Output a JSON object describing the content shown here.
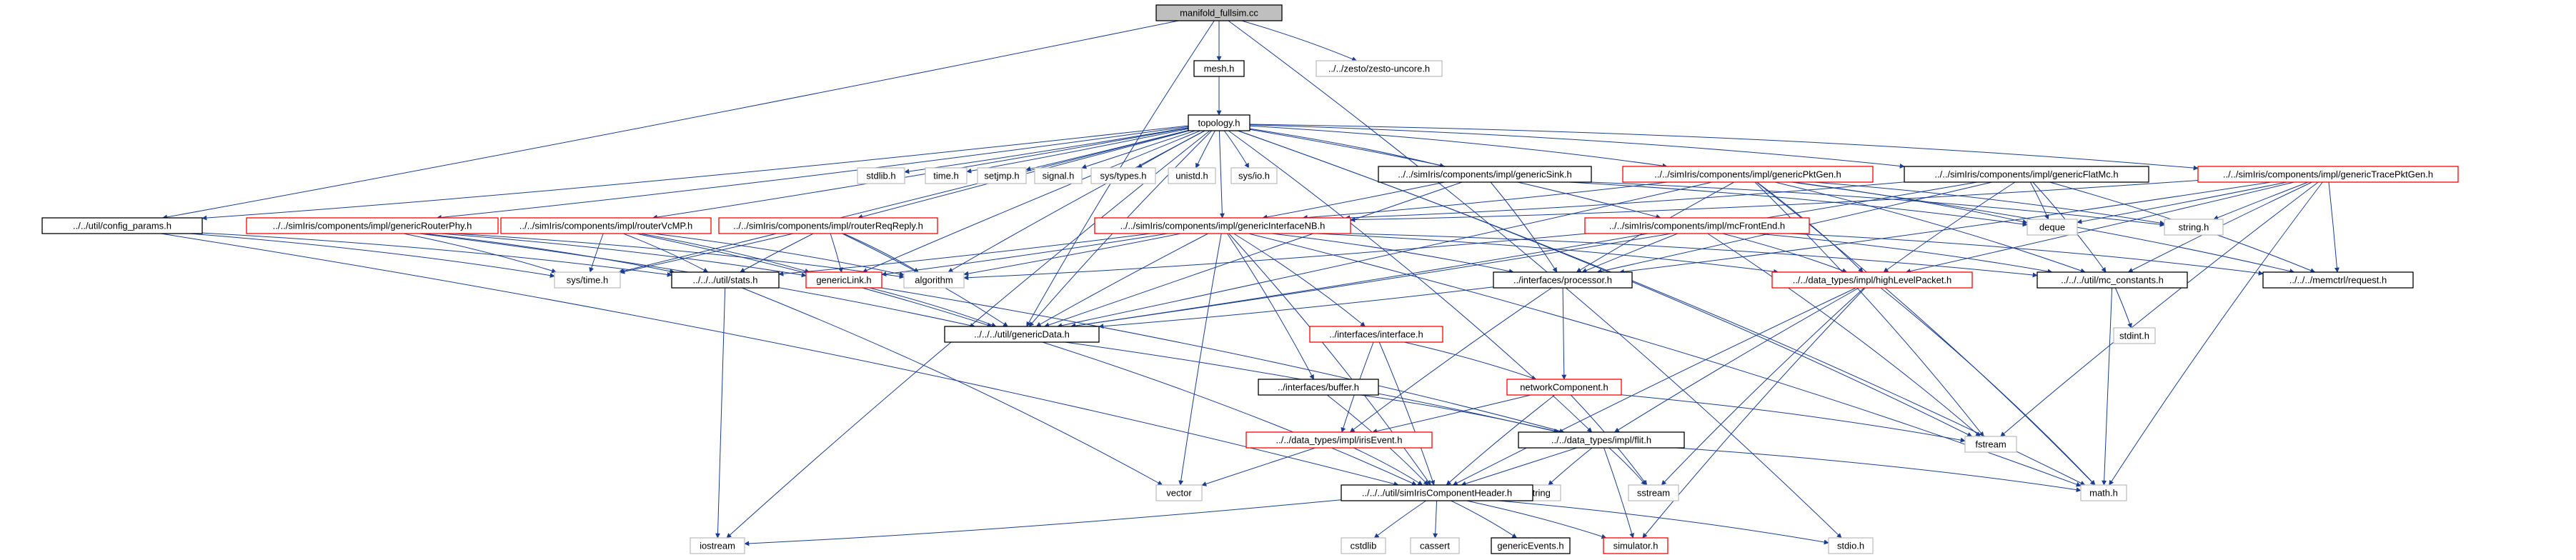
{
  "colors": {
    "edge": "#1a3d8f",
    "root_fill": "#bfbfbf",
    "solid_border": "#000000",
    "red_border": "#ff0000",
    "gray_border": "#bfbfbf"
  },
  "nodes": [
    {
      "id": "root",
      "label": "manifold_fullsim.cc",
      "style": "root"
    },
    {
      "id": "mesh",
      "label": "mesh.h",
      "style": "solid"
    },
    {
      "id": "zesto",
      "label": "../../zesto/zesto-uncore.h",
      "style": "gray"
    },
    {
      "id": "topology",
      "label": "topology.h",
      "style": "solid"
    },
    {
      "id": "config",
      "label": "../../util/config_params.h",
      "style": "solid"
    },
    {
      "id": "stdlib",
      "label": "stdlib.h",
      "style": "gray"
    },
    {
      "id": "time",
      "label": "time.h",
      "style": "gray"
    },
    {
      "id": "setjmp",
      "label": "setjmp.h",
      "style": "gray"
    },
    {
      "id": "signal",
      "label": "signal.h",
      "style": "gray"
    },
    {
      "id": "systypes",
      "label": "sys/types.h",
      "style": "gray"
    },
    {
      "id": "unistd",
      "label": "unistd.h",
      "style": "gray"
    },
    {
      "id": "sysio",
      "label": "sys/io.h",
      "style": "gray"
    },
    {
      "id": "gsink",
      "label": "../../simIris/components/impl/genericSink.h",
      "style": "solid"
    },
    {
      "id": "gpktgen",
      "label": "../../simIris/components/impl/genericPktGen.h",
      "style": "red"
    },
    {
      "id": "gflatmc",
      "label": "../../simIris/components/impl/genericFlatMc.h",
      "style": "solid"
    },
    {
      "id": "gtracepkt",
      "label": "../../simIris/components/impl/genericTracePktGen.h",
      "style": "red"
    },
    {
      "id": "routerphy",
      "label": "../../simIris/components/impl/genericRouterPhy.h",
      "style": "red"
    },
    {
      "id": "routervcmp",
      "label": "../../simIris/components/impl/routerVcMP.h",
      "style": "red"
    },
    {
      "id": "routerreq",
      "label": "../../simIris/components/impl/routerReqReply.h",
      "style": "red"
    },
    {
      "id": "gifnb",
      "label": "../../simIris/components/impl/genericInterfaceNB.h",
      "style": "red"
    },
    {
      "id": "mcfront",
      "label": "../../simIris/components/impl/mcFrontEnd.h",
      "style": "red"
    },
    {
      "id": "deque",
      "label": "deque",
      "style": "gray"
    },
    {
      "id": "string",
      "label": "string.h",
      "style": "gray"
    },
    {
      "id": "systime",
      "label": "sys/time.h",
      "style": "gray"
    },
    {
      "id": "stats",
      "label": "../../../util/stats.h",
      "style": "solid"
    },
    {
      "id": "genlink",
      "label": "genericLink.h",
      "style": "red"
    },
    {
      "id": "algorithm",
      "label": "algorithm",
      "style": "gray"
    },
    {
      "id": "processor",
      "label": "../interfaces/processor.h",
      "style": "solid"
    },
    {
      "id": "hlp",
      "label": "../../data_types/impl/highLevelPacket.h",
      "style": "red"
    },
    {
      "id": "mcconst",
      "label": "../../../util/mc_constants.h",
      "style": "solid"
    },
    {
      "id": "memreq",
      "label": "../../../memctrl/request.h",
      "style": "solid"
    },
    {
      "id": "gdata",
      "label": "../../../util/genericData.h",
      "style": "solid"
    },
    {
      "id": "iface",
      "label": "../interfaces/interface.h",
      "style": "red"
    },
    {
      "id": "stdint",
      "label": "stdint.h",
      "style": "gray"
    },
    {
      "id": "ibuffer",
      "label": "../interfaces/buffer.h",
      "style": "solid"
    },
    {
      "id": "netcomp",
      "label": "networkComponent.h",
      "style": "red"
    },
    {
      "id": "irisevent",
      "label": "../../data_types/impl/irisEvent.h",
      "style": "red"
    },
    {
      "id": "flit",
      "label": "../../data_types/impl/flit.h",
      "style": "solid"
    },
    {
      "id": "fstream",
      "label": "fstream",
      "style": "gray"
    },
    {
      "id": "vector",
      "label": "vector",
      "style": "gray"
    },
    {
      "id": "stringh",
      "label": "string",
      "style": "gray"
    },
    {
      "id": "sstream",
      "label": "sstream",
      "style": "gray"
    },
    {
      "id": "math",
      "label": "math.h",
      "style": "gray"
    },
    {
      "id": "iriscomp",
      "label": "../../../util/simIrisComponentHeader.h",
      "style": "solid"
    },
    {
      "id": "iostream",
      "label": "iostream",
      "style": "gray"
    },
    {
      "id": "cstdlib",
      "label": "cstdlib",
      "style": "gray"
    },
    {
      "id": "cassert",
      "label": "cassert",
      "style": "gray"
    },
    {
      "id": "genevents",
      "label": "genericEvents.h",
      "style": "solid"
    },
    {
      "id": "simulator",
      "label": "simulator.h",
      "style": "red"
    },
    {
      "id": "stdio",
      "label": "stdio.h",
      "style": "gray"
    }
  ],
  "edges": [
    [
      "root",
      "mesh"
    ],
    [
      "root",
      "zesto"
    ],
    [
      "root",
      "config"
    ],
    [
      "root",
      "gdata"
    ],
    [
      "root",
      "stdio"
    ],
    [
      "mesh",
      "topology"
    ],
    [
      "topology",
      "stdlib"
    ],
    [
      "topology",
      "time"
    ],
    [
      "topology",
      "setjmp"
    ],
    [
      "topology",
      "signal"
    ],
    [
      "topology",
      "systypes"
    ],
    [
      "topology",
      "unistd"
    ],
    [
      "topology",
      "sysio"
    ],
    [
      "topology",
      "gsink"
    ],
    [
      "topology",
      "gpktgen"
    ],
    [
      "topology",
      "gflatmc"
    ],
    [
      "topology",
      "gtracepkt"
    ],
    [
      "topology",
      "routerphy"
    ],
    [
      "topology",
      "routervcmp"
    ],
    [
      "topology",
      "routerreq"
    ],
    [
      "topology",
      "gifnb"
    ],
    [
      "topology",
      "mcfront"
    ],
    [
      "topology",
      "config"
    ],
    [
      "topology",
      "systime"
    ],
    [
      "topology",
      "genlink"
    ],
    [
      "topology",
      "gdata"
    ],
    [
      "topology",
      "iostream"
    ],
    [
      "topology",
      "flit"
    ],
    [
      "topology",
      "fstream"
    ],
    [
      "topology",
      "math"
    ],
    [
      "topology",
      "algorithm"
    ],
    [
      "config",
      "systime"
    ],
    [
      "config",
      "stats"
    ],
    [
      "config",
      "iriscomp"
    ],
    [
      "gsink",
      "gifnb"
    ],
    [
      "gsink",
      "processor"
    ],
    [
      "gsink",
      "gdata"
    ],
    [
      "gsink",
      "deque"
    ],
    [
      "gsink",
      "string"
    ],
    [
      "gpktgen",
      "gifnb"
    ],
    [
      "gpktgen",
      "processor"
    ],
    [
      "gpktgen",
      "gdata"
    ],
    [
      "gpktgen",
      "deque"
    ],
    [
      "gpktgen",
      "string"
    ],
    [
      "gpktgen",
      "hlp"
    ],
    [
      "gpktgen",
      "mcconst"
    ],
    [
      "gpktgen",
      "fstream"
    ],
    [
      "gpktgen",
      "math"
    ],
    [
      "gpktgen",
      "memreq"
    ],
    [
      "gflatmc",
      "gifnb"
    ],
    [
      "gflatmc",
      "processor"
    ],
    [
      "gflatmc",
      "gdata"
    ],
    [
      "gflatmc",
      "deque"
    ],
    [
      "gflatmc",
      "mcconst"
    ],
    [
      "gflatmc",
      "hlp"
    ],
    [
      "gflatmc",
      "memreq"
    ],
    [
      "gtracepkt",
      "gifnb"
    ],
    [
      "gtracepkt",
      "processor"
    ],
    [
      "gtracepkt",
      "deque"
    ],
    [
      "gtracepkt",
      "string"
    ],
    [
      "gtracepkt",
      "hlp"
    ],
    [
      "gtracepkt",
      "mcconst"
    ],
    [
      "gtracepkt",
      "fstream"
    ],
    [
      "gtracepkt",
      "math"
    ],
    [
      "gtracepkt",
      "memreq"
    ],
    [
      "routerphy",
      "systime"
    ],
    [
      "routerphy",
      "stats"
    ],
    [
      "routerphy",
      "genlink"
    ],
    [
      "routerphy",
      "gdata"
    ],
    [
      "routerphy",
      "algorithm"
    ],
    [
      "routervcmp",
      "systime"
    ],
    [
      "routervcmp",
      "stats"
    ],
    [
      "routervcmp",
      "genlink"
    ],
    [
      "routervcmp",
      "gdata"
    ],
    [
      "routervcmp",
      "algorithm"
    ],
    [
      "routerreq",
      "systime"
    ],
    [
      "routerreq",
      "stats"
    ],
    [
      "routerreq",
      "genlink"
    ],
    [
      "routerreq",
      "gdata"
    ],
    [
      "routerreq",
      "algorithm"
    ],
    [
      "gifnb",
      "genlink"
    ],
    [
      "gifnb",
      "algorithm"
    ],
    [
      "gifnb",
      "processor"
    ],
    [
      "gifnb",
      "iface"
    ],
    [
      "gifnb",
      "ibuffer"
    ],
    [
      "gifnb",
      "gdata"
    ],
    [
      "gifnb",
      "vector"
    ],
    [
      "gifnb",
      "hlp"
    ],
    [
      "gifnb",
      "mcconst"
    ],
    [
      "gifnb",
      "math"
    ],
    [
      "gifnb",
      "iriscomp"
    ],
    [
      "gifnb",
      "stats"
    ],
    [
      "mcfront",
      "processor"
    ],
    [
      "mcfront",
      "hlp"
    ],
    [
      "mcfront",
      "mcconst"
    ],
    [
      "mcfront",
      "memreq"
    ],
    [
      "mcfront",
      "gdata"
    ],
    [
      "mcfront",
      "fstream"
    ],
    [
      "mcfront",
      "algorithm"
    ],
    [
      "stats",
      "iostream"
    ],
    [
      "stats",
      "vector"
    ],
    [
      "genlink",
      "gdata"
    ],
    [
      "genlink",
      "flit"
    ],
    [
      "processor",
      "netcomp"
    ],
    [
      "processor",
      "gdata"
    ],
    [
      "processor",
      "irisevent"
    ],
    [
      "hlp",
      "flit"
    ],
    [
      "hlp",
      "sstream"
    ],
    [
      "hlp",
      "math"
    ],
    [
      "hlp",
      "simulator"
    ],
    [
      "hlp",
      "iriscomp"
    ],
    [
      "mcconst",
      "stdint"
    ],
    [
      "mcconst",
      "math"
    ],
    [
      "gdata",
      "iriscomp"
    ],
    [
      "gdata",
      "flit"
    ],
    [
      "iface",
      "netcomp"
    ],
    [
      "iface",
      "irisevent"
    ],
    [
      "iface",
      "iriscomp"
    ],
    [
      "ibuffer",
      "flit"
    ],
    [
      "ibuffer",
      "iriscomp"
    ],
    [
      "netcomp",
      "irisevent"
    ],
    [
      "netcomp",
      "iriscomp"
    ],
    [
      "netcomp",
      "fstream"
    ],
    [
      "netcomp",
      "sstream"
    ],
    [
      "irisevent",
      "vector"
    ],
    [
      "irisevent",
      "iriscomp"
    ],
    [
      "flit",
      "stringh"
    ],
    [
      "flit",
      "sstream"
    ],
    [
      "flit",
      "math"
    ],
    [
      "flit",
      "simulator"
    ],
    [
      "flit",
      "iriscomp"
    ],
    [
      "iriscomp",
      "iostream"
    ],
    [
      "iriscomp",
      "cstdlib"
    ],
    [
      "iriscomp",
      "cassert"
    ],
    [
      "iriscomp",
      "genevents"
    ],
    [
      "iriscomp",
      "simulator"
    ],
    [
      "iriscomp",
      "stdio"
    ]
  ]
}
